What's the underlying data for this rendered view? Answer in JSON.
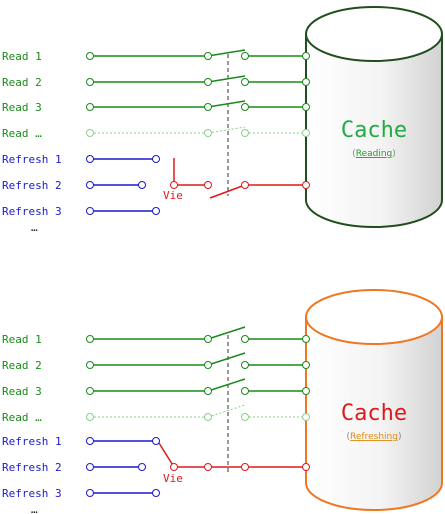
{
  "colors": {
    "read": "#1a8a1a",
    "read_faint": "#8ccf8c",
    "refresh": "#1a1acc",
    "vie": "#dd1a1a",
    "dashed": "#333333",
    "reading_cylinder_stroke": "#1f4f1f",
    "refreshing_cylinder_stroke": "#ee7722",
    "reading_title": "#22aa44",
    "refreshing_title": "#dd1a1a",
    "reading_state": "#2a9a2a",
    "refreshing_state": "#e08a10",
    "paren": "#888888",
    "dots": "#222222"
  },
  "panels": [
    {
      "id": "reading",
      "read_lines": [
        {
          "label": "Read 1",
          "faint": false
        },
        {
          "label": "Read 2",
          "faint": false
        },
        {
          "label": "Read 3",
          "faint": false
        },
        {
          "label": "Read …",
          "faint": true
        }
      ],
      "refresh_lines": [
        {
          "label": "Refresh 1"
        },
        {
          "label": "Refresh 2"
        },
        {
          "label": "Refresh 3"
        }
      ],
      "more": "…",
      "vie_label": "Vie",
      "cache_title": "Cache",
      "cache_state": "Reading",
      "paren_open": "(",
      "paren_close": ")"
    },
    {
      "id": "refreshing",
      "read_lines": [
        {
          "label": "Read 1",
          "faint": false
        },
        {
          "label": "Read 2",
          "faint": false
        },
        {
          "label": "Read 3",
          "faint": false
        },
        {
          "label": "Read …",
          "faint": true
        }
      ],
      "refresh_lines": [
        {
          "label": "Refresh 1"
        },
        {
          "label": "Refresh 2"
        },
        {
          "label": "Refresh 3"
        }
      ],
      "more": "…",
      "vie_label": "Vie",
      "cache_title": "Cache",
      "cache_state": "Refreshing",
      "paren_open": "(",
      "paren_close": ")"
    }
  ]
}
